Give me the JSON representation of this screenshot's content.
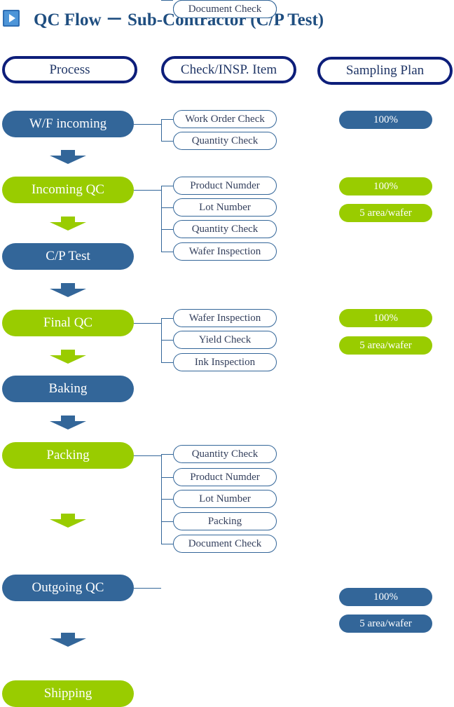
{
  "title": {
    "icon": "play-icon",
    "text": "QC Flow  －  Sub-Contractor (C/P Test)"
  },
  "headers": {
    "process": "Process",
    "check": "Check/INSP. Item",
    "sampling": "Sampling Plan"
  },
  "colors": {
    "blue": "#336699",
    "green": "#99cc00",
    "header_border": "#0d1e7a",
    "title": "#1f4e80"
  },
  "steps": [
    {
      "label": "W/F incoming",
      "color": "blue",
      "items": [
        "Work Order Check",
        "Quantity Check"
      ],
      "sampling": [
        "100%"
      ],
      "sampling_color": "blue"
    },
    {
      "label": "Incoming QC",
      "color": "green",
      "items": [
        "Product Numder",
        "Lot Number",
        "Quantity Check",
        "Wafer Inspection"
      ],
      "sampling": [
        "100%",
        "5 area/wafer"
      ],
      "sampling_color": "green"
    },
    {
      "label": "C/P Test",
      "color": "blue",
      "items": [],
      "sampling": []
    },
    {
      "label": "Final QC",
      "color": "green",
      "items": [
        "Wafer Inspection",
        "Yield Check",
        "Ink Inspection"
      ],
      "sampling": [
        "100%",
        "5 area/wafer"
      ],
      "sampling_color": "green"
    },
    {
      "label": "Baking",
      "color": "blue",
      "items": [],
      "sampling": []
    },
    {
      "label": "Packing",
      "color": "green",
      "items": [
        "Quantity Check",
        "Product Numder",
        "Lot Number",
        "Packing",
        "Document Check"
      ],
      "sampling": []
    },
    {
      "label": "Outgoing QC",
      "color": "blue",
      "items": [
        "Wafer Inspection",
        "Ink Inspection",
        "Quantity Check",
        "Document Check"
      ],
      "sampling": [
        "100%",
        "5 area/wafer"
      ],
      "sampling_color": "blue"
    },
    {
      "label": "Shipping",
      "color": "green",
      "items": [],
      "sampling": []
    }
  ]
}
